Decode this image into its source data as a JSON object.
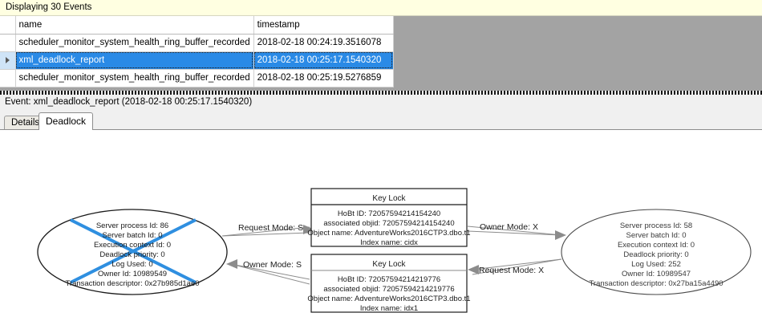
{
  "banner": {
    "text": "Displaying 30 Events"
  },
  "grid": {
    "columns": [
      "",
      "name",
      "timestamp"
    ],
    "rows": [
      {
        "marker": "",
        "name": "scheduler_monitor_system_health_ring_buffer_recorded",
        "timestamp": "2018-02-18 00:24:19.3516078",
        "selected": false
      },
      {
        "marker": "row-pointer-icon",
        "name": "xml_deadlock_report",
        "timestamp": "2018-02-18 00:25:17.1540320",
        "selected": true
      },
      {
        "marker": "",
        "name": "scheduler_monitor_system_health_ring_buffer_recorded",
        "timestamp": "2018-02-18 00:25:19.5276859",
        "selected": false
      }
    ]
  },
  "event_header": {
    "text": "Event: xml_deadlock_report (2018-02-18 00:25:17.1540320)"
  },
  "tabs": [
    {
      "label": "Details",
      "selected": false
    },
    {
      "label": "Deadlock",
      "selected": true
    }
  ],
  "deadlock_graph": {
    "victim_marker_color": "#2f8fe0",
    "processes": [
      {
        "id": "process-left",
        "victim": true,
        "lines": [
          "Server process Id: 86",
          "Server batch Id: 0",
          "Execution context Id: 0",
          "Deadlock priority: 0",
          "Log Used: 0",
          "Owner Id: 10989549",
          "Transaction descriptor: 0x27b985d1ae0"
        ]
      },
      {
        "id": "process-right",
        "victim": false,
        "lines": [
          "Server process Id: 58",
          "Server batch Id: 0",
          "Execution context Id: 0",
          "Deadlock priority: 0",
          "Log Used: 252",
          "Owner Id: 10989547",
          "Transaction descriptor: 0x27ba15a4490"
        ]
      }
    ],
    "resources": [
      {
        "id": "keylock-top",
        "title": "Key Lock",
        "lines": [
          "HoBt ID: 72057594214154240",
          "associated objid: 72057594214154240",
          "Object name: AdventureWorks2016CTP3.dbo.t1",
          "Index name: cidx"
        ]
      },
      {
        "id": "keylock-bottom",
        "title": "Key Lock",
        "lines": [
          "HoBt ID: 72057594214219776",
          "associated objid: 72057594214219776",
          "Object name: AdventureWorks2016CTP3.dbo.t1",
          "Index name: idx1"
        ]
      }
    ],
    "edges": [
      {
        "id": "edge-left-request",
        "label": "Request Mode: S"
      },
      {
        "id": "edge-right-owner",
        "label": "Owner Mode: X"
      },
      {
        "id": "edge-left-owner",
        "label": "Owner Mode: S"
      },
      {
        "id": "edge-right-request",
        "label": "Request Mode: X"
      }
    ]
  }
}
